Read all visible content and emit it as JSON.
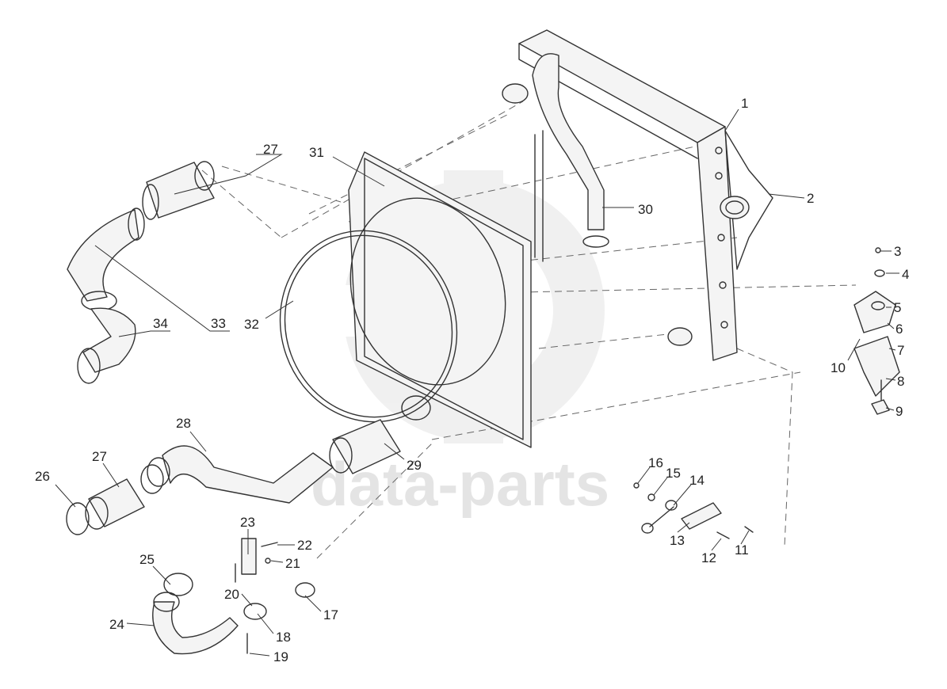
{
  "watermark": {
    "text": "data-parts",
    "color": "#d9d9d9"
  },
  "callouts": [
    "1",
    "2",
    "3",
    "4",
    "5",
    "6",
    "7",
    "8",
    "9",
    "10",
    "11",
    "12",
    "13",
    "14",
    "15",
    "16",
    "17",
    "18",
    "19",
    "20",
    "21",
    "22",
    "23",
    "24",
    "25",
    "26",
    "27",
    "27",
    "28",
    "29",
    "30",
    "31",
    "32",
    "33",
    "34"
  ]
}
